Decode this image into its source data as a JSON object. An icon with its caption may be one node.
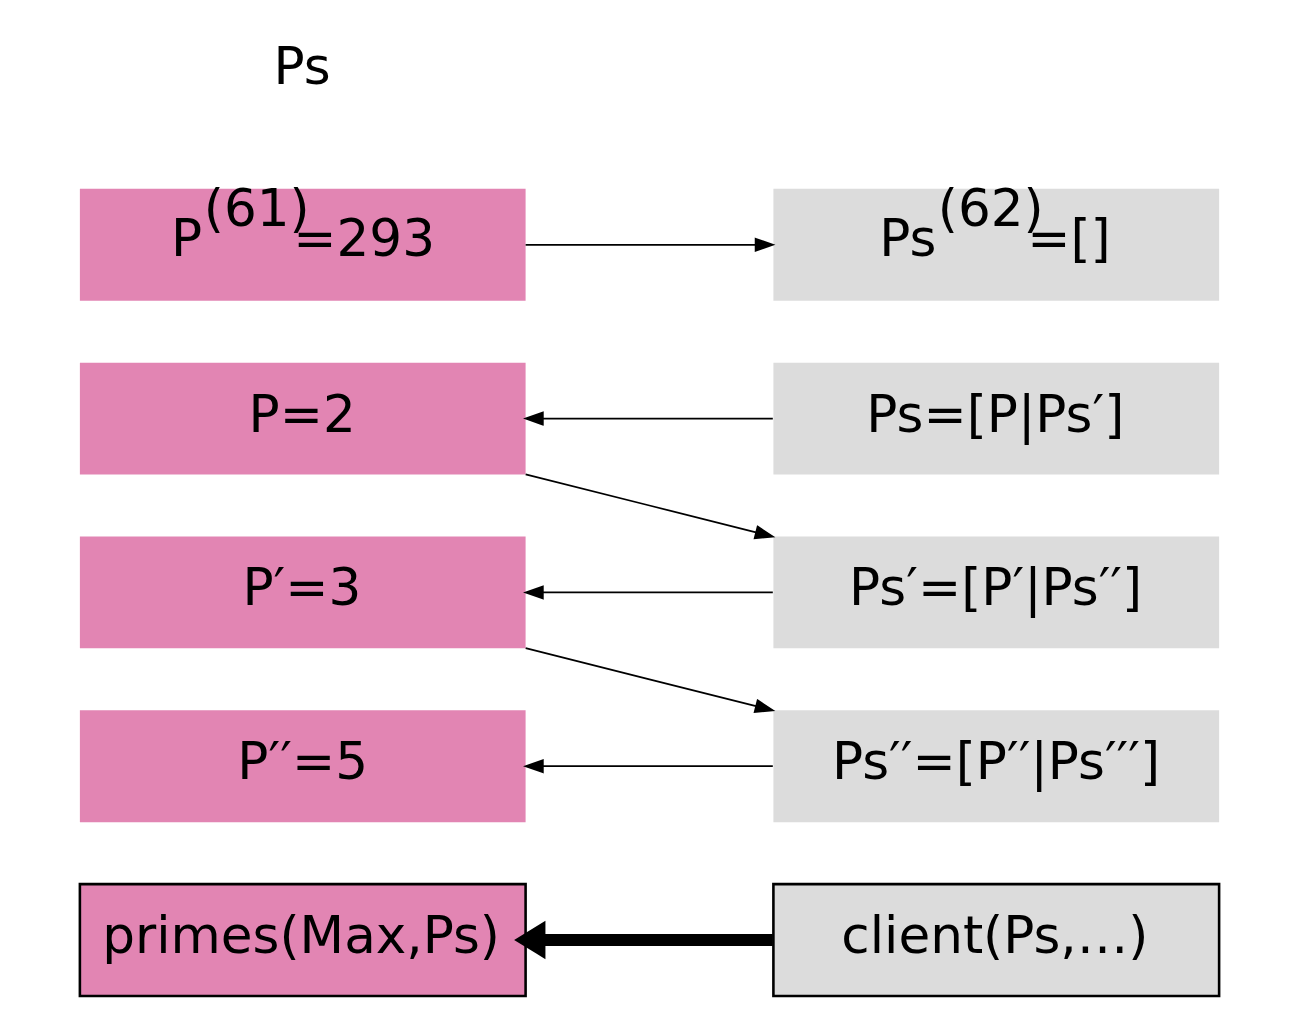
{
  "diagram": {
    "nodes": [
      {
        "text": [
          "primes(Max,Ps)"
        ]
      },
      {
        "text": [
          "client(Ps,…)"
        ]
      },
      {
        "text": [
          "Ps=[P|Ps′]"
        ]
      },
      {
        "text": [
          "P=2"
        ]
      },
      {
        "text": [
          "Ps′=[P′|Ps′′]"
        ]
      },
      {
        "text": [
          "P′=3"
        ]
      },
      {
        "text": [
          "Ps′′=[P′′|Ps′′′]"
        ]
      },
      {
        "text": [
          "P′′=5"
        ]
      },
      {
        "text": [
          "P$^{(61)}$=293"
        ]
      },
      {
        "text": [
          "Ps$^{(62)}$=[]"
        ]
      }
    ],
    "edges": [
      {
        "from": 1,
        "to": 0,
        "arrow": "to",
        "style": "thick"
      },
      {
        "from": 2,
        "to": 3,
        "arrow": "to"
      },
      {
        "from": 3,
        "to": 4,
        "arrow": "to"
      },
      {
        "from": 4,
        "to": 5,
        "arrow": "to"
      },
      {
        "from": 5,
        "to": 6,
        "arrow": "to"
      },
      {
        "from": 6,
        "to": 7,
        "arrow": "to"
      },
      {
        "from": 8,
        "to": 9,
        "arrow": "to"
      }
    ],
    "labels": [
      "Ps"
    ]
  }
}
